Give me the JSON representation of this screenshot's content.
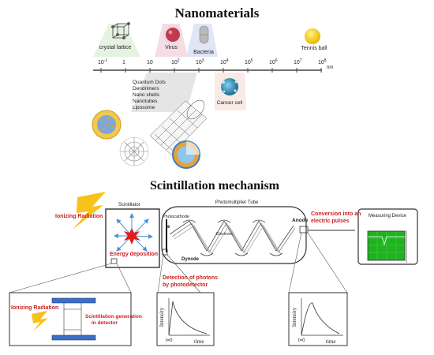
{
  "nano": {
    "title": "Nanomaterials",
    "unit": "nm",
    "ticks": [
      "10",
      "1",
      "10",
      "10",
      "10",
      "10",
      "10",
      "10",
      "10",
      "10"
    ],
    "tick_sups": [
      "-1",
      "",
      "",
      "2",
      "3",
      "4",
      "5",
      "6",
      "7",
      "8"
    ],
    "labels": {
      "crystal": "crystal lattice",
      "virus": "Virus",
      "bacteria": "Bacteria",
      "tennis": "Tennis ball",
      "cancer": "Cancer cell"
    },
    "materials": [
      "Quantum Dots",
      "Dendrimers",
      "Nano shells",
      "Nanotubes",
      "Liposome"
    ]
  },
  "scint": {
    "title": "Scintillation mechanism",
    "ionizing": "Ionizing Radiation",
    "scintillator": "Scintillator",
    "energy": "Energy deposition",
    "pmt": "Photomultiplier Tube",
    "photocathode": "Photocathode",
    "electron_symbol": "e",
    "electrons": "Electrons",
    "dynode": "Dynode",
    "anode": "Anode",
    "conversion": [
      "Conversion into an",
      "electric pulses"
    ],
    "measuring": "Measuring Device",
    "detection": [
      "Detection of photons",
      "by photodetector"
    ],
    "detail_ionizing": "Ionizing Radiation",
    "detail_scint": [
      "Scintillation generation",
      "in detector"
    ],
    "intensity": "Intensity",
    "time": "time",
    "t0": "t=0"
  },
  "colors": {
    "red": "#cc1f1f",
    "yellow": "#f7c21a",
    "blue_detector": "#3a6fc4",
    "green_screen": "#1fb31f"
  }
}
